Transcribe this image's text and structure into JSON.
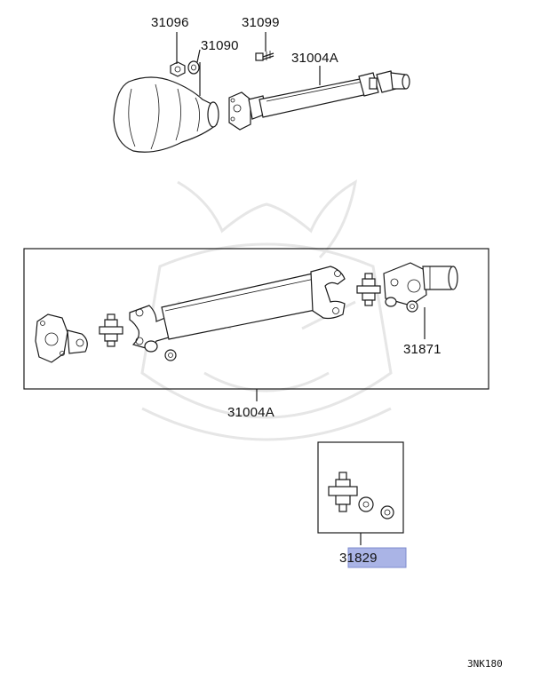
{
  "labels": {
    "p31096": "31096",
    "p31099": "31099",
    "p31090": "31090",
    "p31004A_top": "31004A",
    "p31871": "31871",
    "p31004A_mid": "31004A",
    "p31829": "31829"
  },
  "highlight_color": "#aab4e6",
  "diagram_code": "3NK180"
}
